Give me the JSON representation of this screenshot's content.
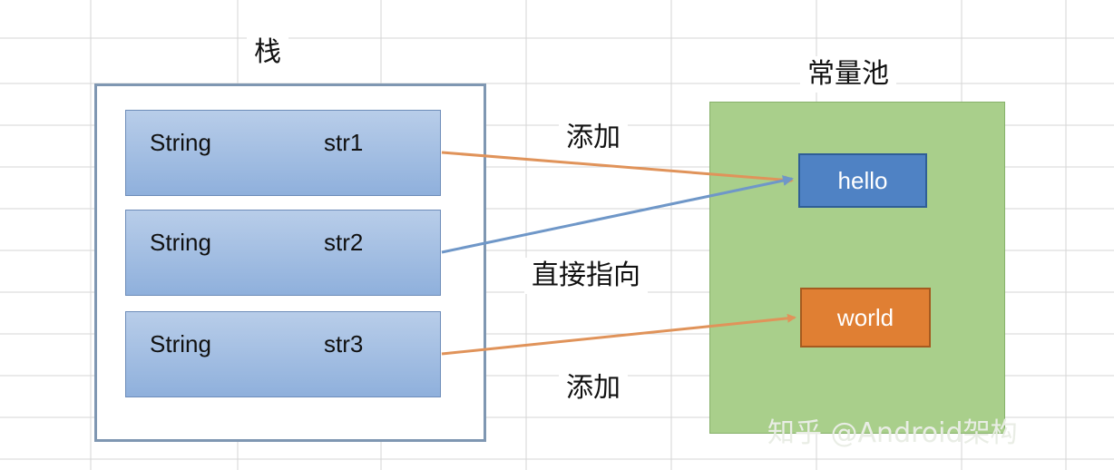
{
  "stack": {
    "title": "栈",
    "slots": [
      {
        "type": "String",
        "name": "str1"
      },
      {
        "type": "String",
        "name": "str2"
      },
      {
        "type": "String",
        "name": "str3"
      }
    ]
  },
  "pool": {
    "title": "常量池",
    "constants": [
      "hello",
      "world"
    ]
  },
  "arrows": {
    "add_top": "添加",
    "direct": "直接指向",
    "add_bottom": "添加"
  },
  "colors": {
    "add_arrow": "#e0935a",
    "direct_arrow": "#6f97c8",
    "pool_bg": "#a9cf8b",
    "hello_bg": "#4f82c4",
    "world_bg": "#e07f33"
  },
  "watermark": "知乎 @Android架构"
}
